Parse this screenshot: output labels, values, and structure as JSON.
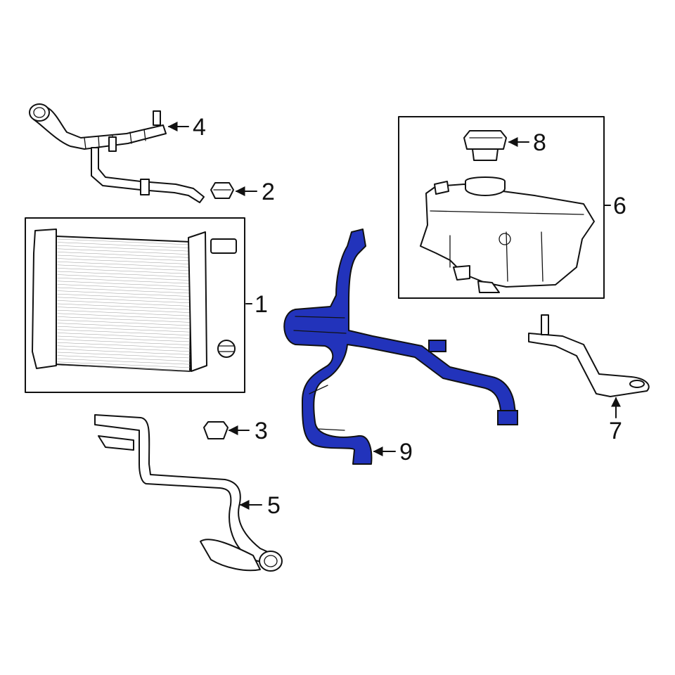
{
  "diagram": {
    "highlight_color": "#2233bb",
    "line_color": "#111111",
    "background": "#ffffff",
    "callouts": [
      {
        "id": "1",
        "label": "1"
      },
      {
        "id": "2",
        "label": "2"
      },
      {
        "id": "3",
        "label": "3"
      },
      {
        "id": "4",
        "label": "4"
      },
      {
        "id": "5",
        "label": "5"
      },
      {
        "id": "6",
        "label": "6"
      },
      {
        "id": "7",
        "label": "7"
      },
      {
        "id": "8",
        "label": "8"
      },
      {
        "id": "9",
        "label": "9"
      }
    ],
    "highlighted_part": "9"
  }
}
